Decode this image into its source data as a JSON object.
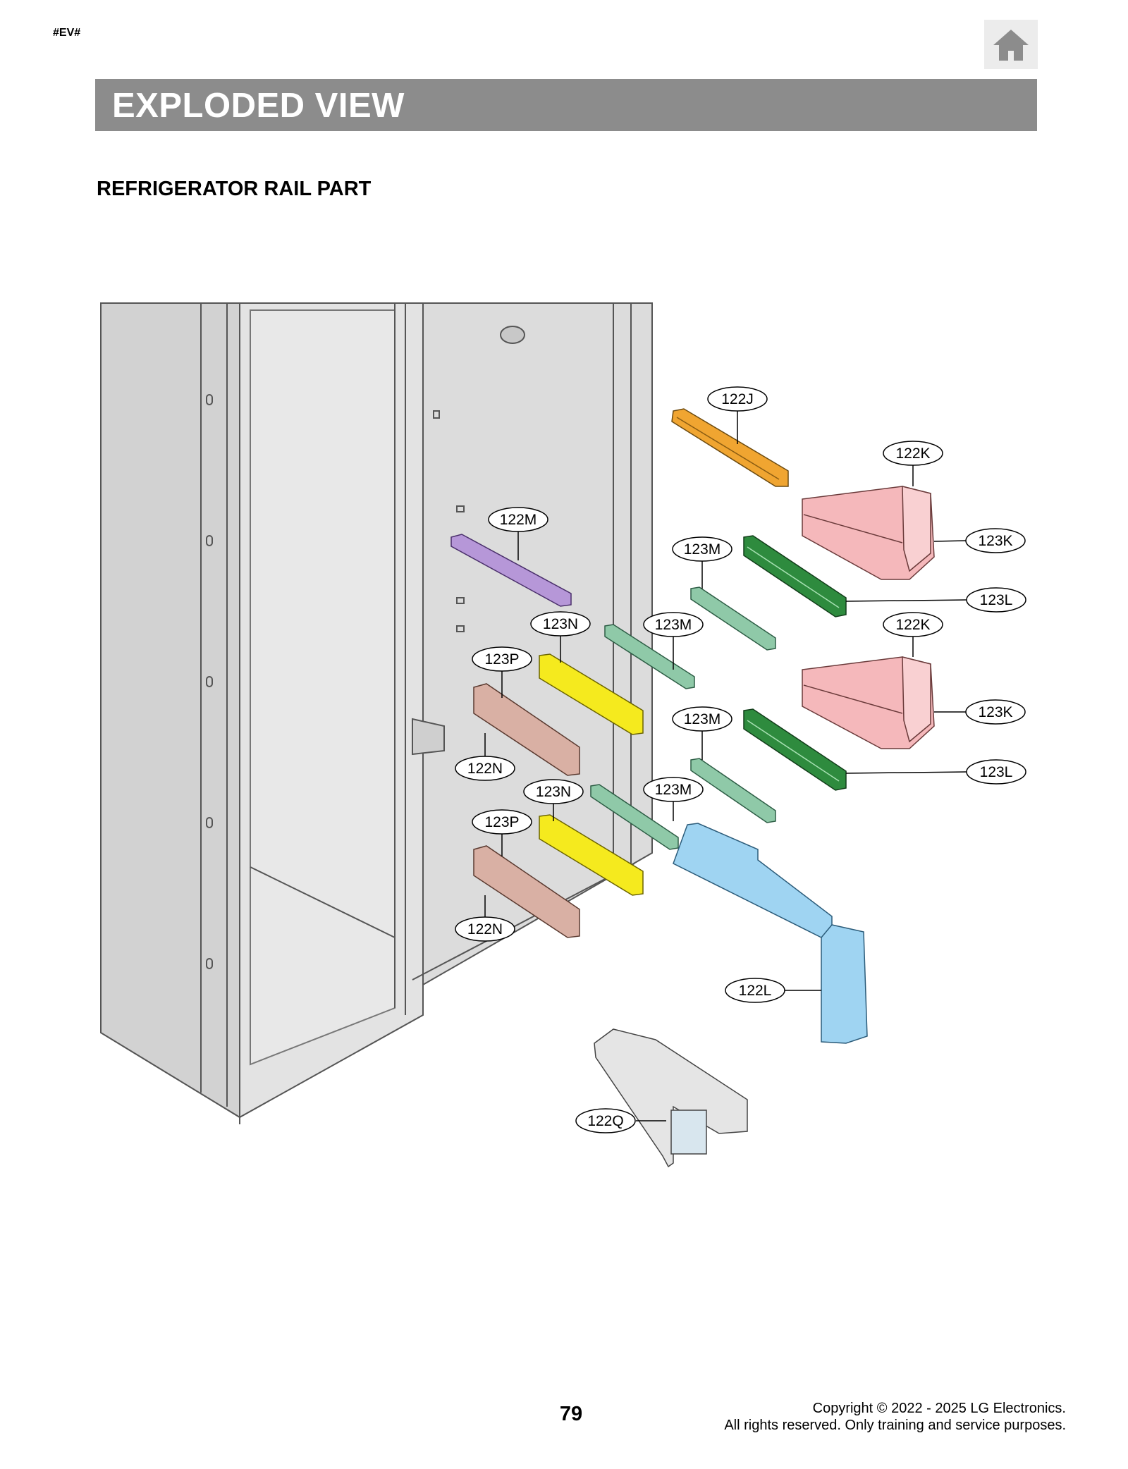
{
  "header": {
    "tag": "#EV#",
    "home_icon": "home-icon"
  },
  "banner": {
    "title": "EXPLODED VIEW"
  },
  "section": {
    "title": "REFRIGERATOR RAIL PART"
  },
  "callouts": {
    "c122J": "122J",
    "c122K_top": "122K",
    "c123K_top": "123K",
    "c122M": "122M",
    "c123M_1": "123M",
    "c123L_top": "123L",
    "c123N_1": "123N",
    "c123M_2": "123M",
    "c122K_bot": "122K",
    "c123P_1": "123P",
    "c123K_bot": "123K",
    "c123M_3": "123M",
    "c122N_1": "122N",
    "c123L_bot": "123L",
    "c123N_2": "123N",
    "c123M_4": "123M",
    "c123P_2": "123P",
    "c122N_2": "122N",
    "c122L": "122L",
    "c122Q": "122Q"
  },
  "colors": {
    "banner": "#8c8c8c",
    "part_122J": "#f0a531",
    "part_122K": "#f5b8bb",
    "part_123L": "#2e8b3e",
    "part_123M": "#8fc9a8",
    "part_122M": "#b697d8",
    "part_123N": "#f5ea1e",
    "part_122N": "#d9b0a4",
    "part_122L": "#9fd4f2",
    "part_122Q": "#e5e5e5",
    "cabinet": "#dcdcdc"
  },
  "footer": {
    "page_number": "79",
    "copyright_line1": "Copyright © 2022 - 2025 LG Electronics.",
    "copyright_line2": "All rights reserved. Only training and service purposes."
  }
}
